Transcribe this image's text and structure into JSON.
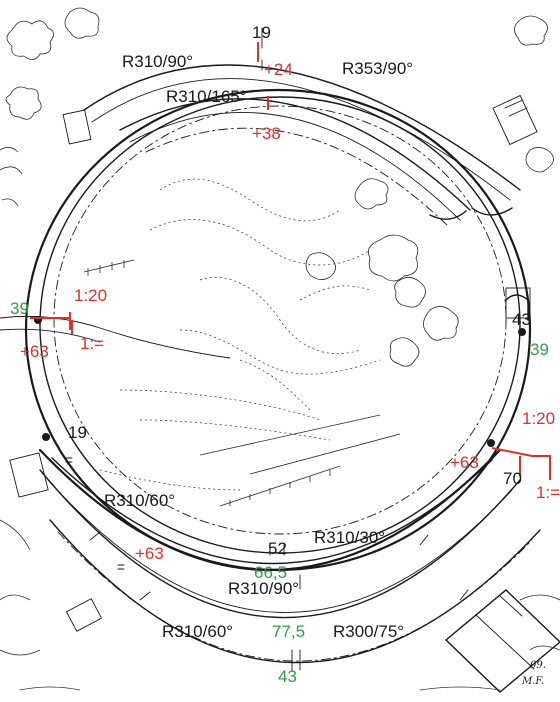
{
  "colors": {
    "ink": "#1a1a1a",
    "annotation_red": "#d8322c",
    "annotation_green": "#2f9e44",
    "paper": "#ffffff"
  },
  "labels": {
    "top_station": "19",
    "top_left_curve": "R310/90°",
    "top_offset": "+24",
    "top_right_curve": "R353/90°",
    "inner_top_curve": "R310/165°",
    "inner_top_offset": "+38",
    "left_green_level": "39",
    "left_ratio": "1:20",
    "left_offset": "+63",
    "left_ratio_2": "1:=",
    "left_station": "19",
    "right_station": "43",
    "right_green_level": "39",
    "right_ratio": "1:20",
    "right_offset": "+63",
    "right_station_2": "70",
    "right_ratio_2": "1:=",
    "lower_left_curve": "R310/60°",
    "lower_offset": "+63",
    "lower_station": "52",
    "lower_right_curve": "R310/30°",
    "lower_green_level": "66,5",
    "lower_center_curve": "R310/90°",
    "bottom_left_curve": "R310/60°",
    "bottom_green_level": "77,5",
    "bottom_right_curve": "R300/75°",
    "bottom_green_station": "43",
    "signature_year": "09.",
    "signature_initials": "M.F."
  }
}
